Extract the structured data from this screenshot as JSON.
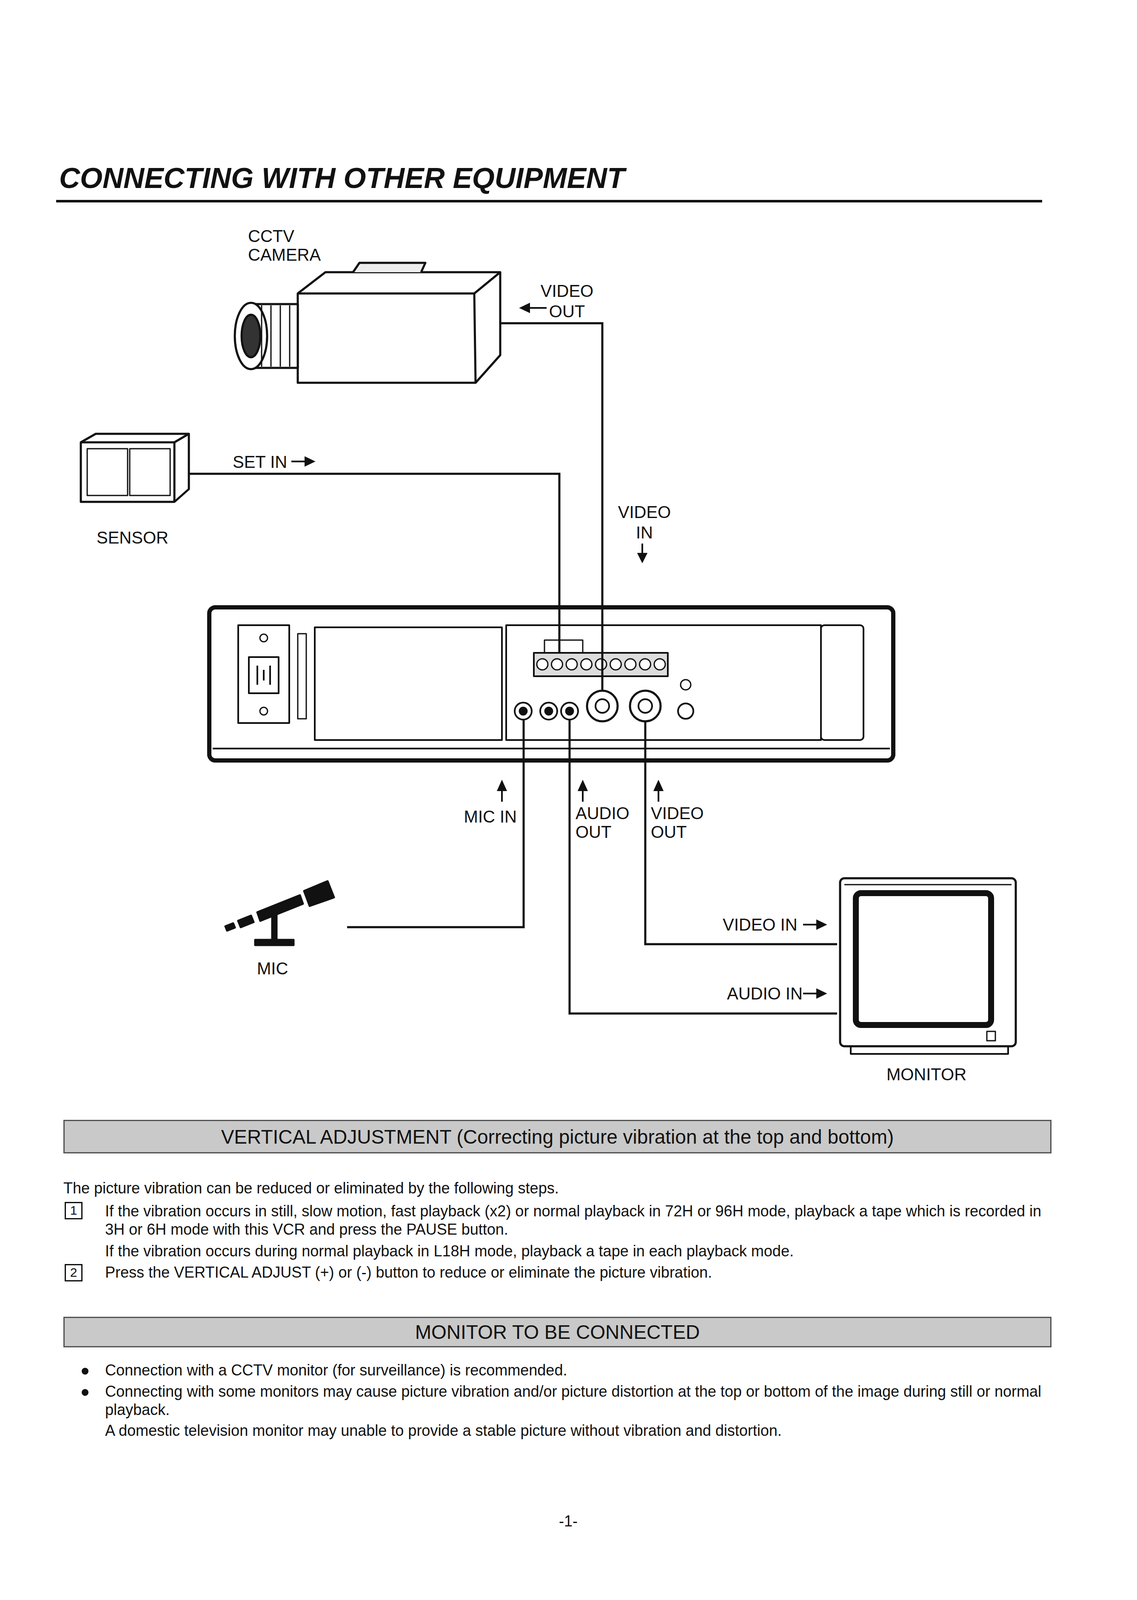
{
  "diagram": {
    "title": "CONNECTING WITH OTHER EQUIPMENT",
    "nodes": [
      {
        "text": [
          "CCTV CAMERA"
        ]
      },
      {
        "text": [
          "SENSOR"
        ]
      },
      {
        "text": [
          "MIC IN",
          "AUDIO OUT",
          "VIDEO OUT"
        ]
      },
      {
        "text": [
          "MIC"
        ]
      },
      {
        "text": [
          "MONITOR"
        ]
      },
      {
        "text": [
          "VERTICAL ADJUSTMENT (Correcting picture vibration at the top and bottom)"
        ]
      },
      {
        "text": [
          "MONITOR TO BE CONNECTED"
        ]
      }
    ],
    "edges": [
      {
        "from": 0,
        "to": 2,
        "arrow": "none"
      },
      {
        "from": 1,
        "to": 2,
        "arrow": "none"
      },
      {
        "from": 3,
        "to": 2,
        "arrow": "none"
      },
      {
        "from": 2,
        "to": 4,
        "arrow": "none"
      },
      {
        "from": 2,
        "to": 4,
        "arrow": "none"
      }
    ],
    "labels": [
      "VIDEO OUT",
      "SET IN",
      "VIDEO IN",
      "VIDEO IN",
      "AUDIO IN",
      "The picture vibration can be reduced or eliminated by the following steps.",
      "1",
      "If the vibration occurs in still, slow motion, fast playback (x2) or normal playback in 72H or 96H mode, playback a tape which is recorded in 3H or 6H mode with this VCR and press the PAUSE button.",
      "If the vibration occurs during normal playback in L18H mode, playback a tape in each playback mode.",
      "2",
      "Press the VERTICAL ADJUST (+) or (-) button to reduce or eliminate the picture vibration.",
      "Connection with a CCTV monitor (for surveillance) is recommended.",
      "Connecting with some monitors may cause picture vibration and/or picture distortion at the top or bottom of the image during still or normal playback.",
      "A domestic television monitor may unable to provide a stable picture without vibration and distortion.",
      "-1-"
    ]
  }
}
